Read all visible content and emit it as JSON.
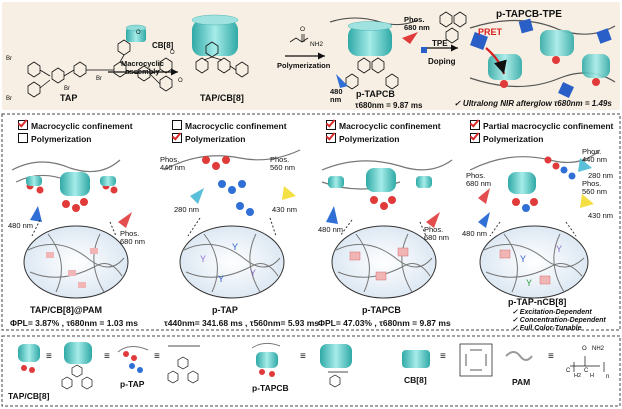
{
  "top": {
    "tap_label": "TAP",
    "taptcb_label": "TAP/CB[8]",
    "ptapcb_label": "p-TAPCB",
    "ptapcbtpe_label": "p-TAPCB-TPE",
    "cb8_label": "CB[8]",
    "macrocyclic_assembly": "Macrocyclic\nassembly",
    "polymerization": "Polymerization",
    "tpe_label": "TPE",
    "doping": "Doping",
    "pret": "PRET",
    "phos_680": "Phos.\n680 nm",
    "exc_480": "480\nnm",
    "tau_ptapcb": "τ680nm = 9.87 ms",
    "ultralong": "✓ Ultralong NIR afterglow τ680nm = 1.49s",
    "br_labels": [
      "Br",
      "Br",
      "Br",
      "Br"
    ],
    "ome_labels": [
      "O",
      "O",
      "O"
    ],
    "nh2": "NH2",
    "o_atom": "O"
  },
  "middle": {
    "panels": [
      {
        "checks": [
          {
            "on": true,
            "text": "Macrocyclic confinement"
          },
          {
            "on": false,
            "text": "Polymerization"
          }
        ],
        "excite": "480 nm",
        "phos": "Phos.\n680 nm",
        "name": "TAP/CB[8]@PAM",
        "metric": "ΦPL= 3.87% , τ680nm = 1.03 ms"
      },
      {
        "checks": [
          {
            "on": false,
            "text": "Macrocyclic confinement"
          },
          {
            "on": true,
            "text": "Polymerization"
          }
        ],
        "phos_a": "Phos.\n440 nm",
        "phos_b": "Phos.\n560 nm",
        "excite_a": "280 nm",
        "excite_b": "430 nm",
        "name": "p-TAP",
        "metric": "τ440nm= 341.68 ms , τ560nm= 5.93 ms"
      },
      {
        "checks": [
          {
            "on": true,
            "text": "Macrocyclic confinement"
          },
          {
            "on": true,
            "text": "Polymerization"
          }
        ],
        "excite": "480 nm",
        "phos": "Phos.\n680 nm",
        "name": "p-TAPCB",
        "metric": "ΦPL= 47.03% , τ680nm = 9.87 ms"
      },
      {
        "checks": [
          {
            "on": true,
            "text": "Partial macrocyclic confinement"
          },
          {
            "on": true,
            "text": "Polymerization"
          }
        ],
        "phos_a": "Phos.\n440 nm",
        "phos_b": "Phos.\n560 nm",
        "phos_c": "Phos.\n680 nm",
        "excite_a": "280 nm",
        "excite_b": "430 nm",
        "excite_c": "480 nm",
        "name": "p-TAP-nCB[8]",
        "features": [
          "✓ Excitation-Dependent",
          "✓ Concentration-Dependent",
          "✓ Full Color-Tunable"
        ]
      }
    ]
  },
  "legend": {
    "taptcb": "TAP/CB[8]",
    "ptap": "p-TAP",
    "ptapcb": "p-TAPCB",
    "cb8": "CB[8]",
    "pam": "PAM",
    "eq": "≡",
    "pam_formula_atoms": [
      "O",
      "NH2",
      "C",
      "C",
      "H2",
      "H",
      "n"
    ]
  },
  "colors": {
    "cb_teal": "#5fc7c3",
    "red_dot": "#e03a3a",
    "blue_dot": "#2f6fd6",
    "panel_bg": "#f7efe3",
    "check_red": "#d62b2b",
    "pret_red": "#d62020"
  }
}
